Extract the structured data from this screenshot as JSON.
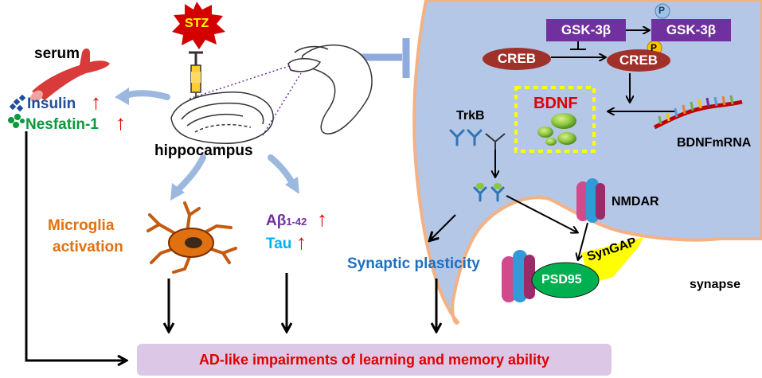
{
  "stimulus": {
    "label": "STZ"
  },
  "serum": {
    "title": "serum",
    "insulin": "Insulin",
    "nesfatin": "Nesfatin-1"
  },
  "brain": {
    "hippocampus": "hippocampus"
  },
  "microglia": {
    "line1": "Microglia",
    "line2": "activation"
  },
  "pathology": {
    "abeta": "Aβ",
    "abeta_sub": "1-42",
    "tau": "Tau"
  },
  "synaptic": {
    "label": "Synaptic plasticity"
  },
  "pathway": {
    "gsk_left": "GSK-3β",
    "gsk_right": "GSK-3β",
    "phospho": "P",
    "creb_left": "CREB",
    "creb_right": "CREB",
    "bdnf": "BDNF",
    "bdnf_mrna": "BDNFmRNA",
    "trkb": "TrkB",
    "nmdar": "NMDAR",
    "psd95": "PSD95",
    "syngap": "SynGAP",
    "synapse": "synapse"
  },
  "outcome": {
    "label": "AD-like impairments of learning and memory ability"
  },
  "indicators": {
    "increase": "↑"
  },
  "colors": {
    "gsk": "#7030a0",
    "creb": "#a0302a",
    "bdnf_text": "#e00000",
    "bdnf_box": "#ffff00",
    "synapse_fill": "#b4c7e7",
    "microglia_text": "#e07010",
    "insulin_text": "#1f4e9a",
    "nesfatin_text": "#0a9a3a",
    "tau_text": "#00b0f0",
    "synaptic_text": "#1f6fc0",
    "outcome_bg": "#dcc8e6",
    "outcome_text": "#e00000",
    "arrow_blue": "#9cb8df"
  }
}
